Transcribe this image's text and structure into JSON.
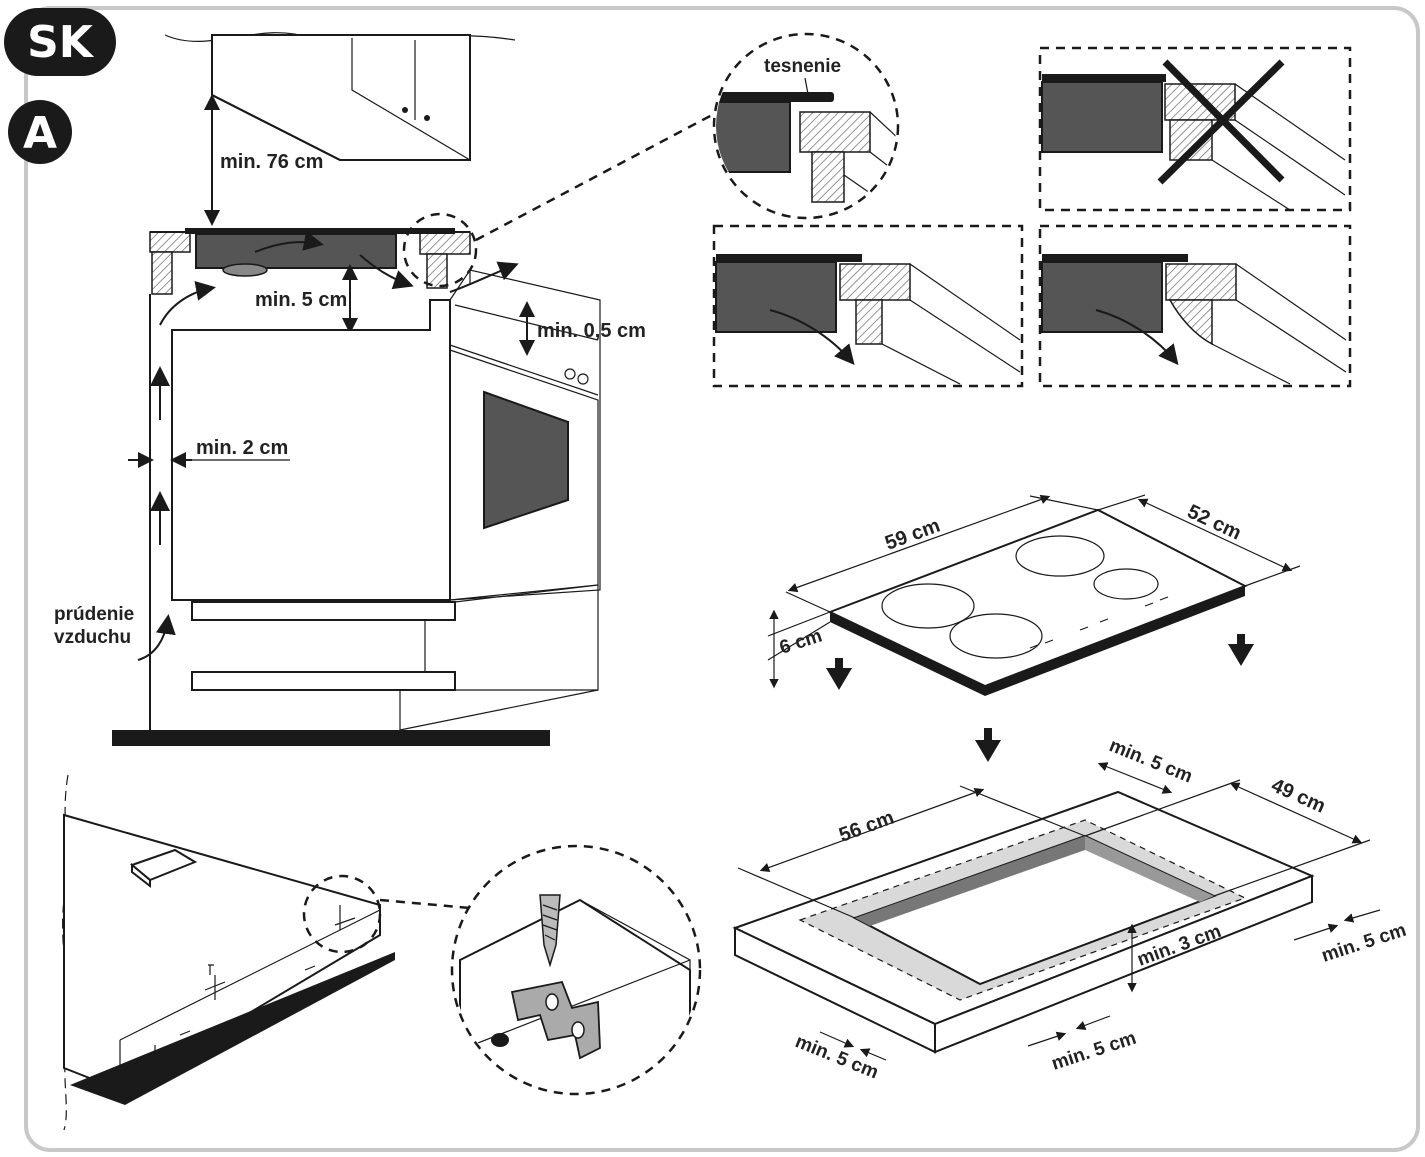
{
  "badges": {
    "language": "SK",
    "figure": "A"
  },
  "labels": {
    "min_76": "min. 76 cm",
    "min_5_top": "min. 5 cm",
    "min_05": "min. 0,5 cm",
    "min_2": "min. 2 cm",
    "airflow_1": "prúdenie",
    "airflow_2": "vzduchu",
    "seal": "tesnenie",
    "hob_width": "59 cm",
    "hob_depth": "52 cm",
    "hob_height": "6 cm",
    "cut_min5_top": "min. 5 cm",
    "cut_depth": "49 cm",
    "cut_width": "56 cm",
    "cut_min3": "min. 3 cm",
    "cut_min5_right": "min. 5 cm",
    "cut_min5_front": "min. 5 cm",
    "cut_min5_left": "min. 5 cm"
  },
  "colors": {
    "frame": "#c8c8c8",
    "badge": "#1a1a1a",
    "dark_fill": "#555555",
    "shaded": "#d9d9d9"
  }
}
